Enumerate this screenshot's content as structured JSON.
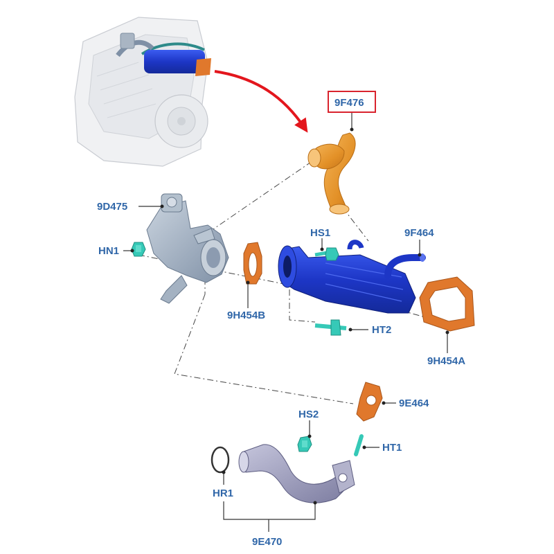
{
  "labels": {
    "main_part": "9F476",
    "pump": "9D475",
    "nut_hn1": "HN1",
    "gasket_b": "9H454B",
    "screw_hs1": "HS1",
    "tube_9f464": "9F464",
    "stud_ht2": "HT2",
    "gasket_a": "9H454A",
    "gasket_9e464": "9E464",
    "screw_hs2": "HS2",
    "stud_ht1": "HT1",
    "oring_hr1": "HR1",
    "pipe_9e470": "9E470"
  },
  "colors": {
    "highlight_box": "#d9232d",
    "arrow": "#e3161d",
    "label_text": "#2f66a8",
    "egr_cooler_blue": "#1f3fd8",
    "tube_orange": "#e59a2e",
    "gasket_orange": "#e0782c",
    "fastener_teal": "#36c9b7",
    "pump_grey": "#9fb0c4",
    "pipe_grey": "#a9a9c6"
  }
}
